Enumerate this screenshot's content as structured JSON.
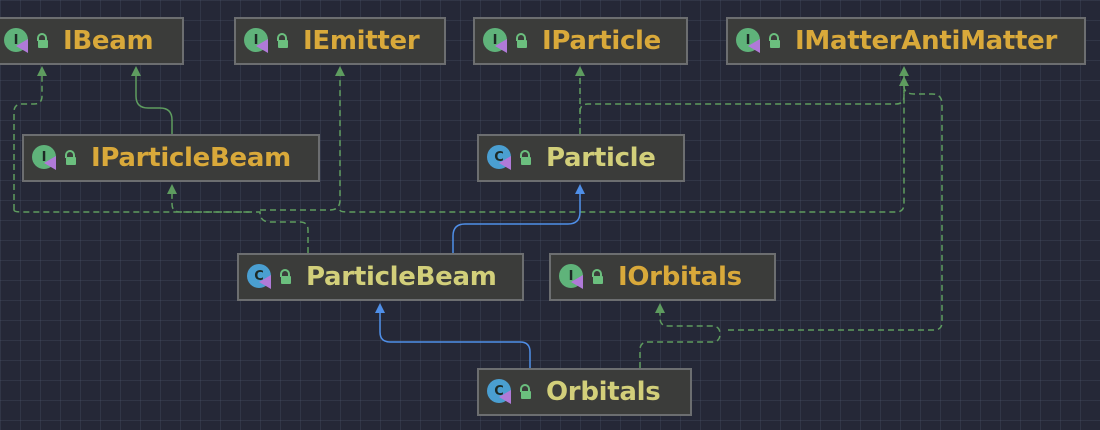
{
  "diagram": {
    "edge_colors": {
      "implements": "#5e9c5f",
      "extends": "#4f8fe8"
    },
    "node_colors": {
      "interface_label": "#d9a93a",
      "class_label": "#d2cf7a",
      "interface_icon": "#5fb37a",
      "class_icon": "#4a9fd1"
    },
    "nodes": {
      "ibeam": {
        "label": "IBeam",
        "kind": "interface",
        "icon_letter": "I"
      },
      "iemitter": {
        "label": "IEmitter",
        "kind": "interface",
        "icon_letter": "I"
      },
      "iparticle": {
        "label": "IParticle",
        "kind": "interface",
        "icon_letter": "I"
      },
      "imatterantimatter": {
        "label": "IMatterAntiMatter",
        "kind": "interface",
        "icon_letter": "I"
      },
      "iparticlebeam": {
        "label": "IParticleBeam",
        "kind": "interface",
        "icon_letter": "I"
      },
      "particle": {
        "label": "Particle",
        "kind": "class",
        "icon_letter": "C"
      },
      "particlebeam": {
        "label": "ParticleBeam",
        "kind": "class",
        "icon_letter": "C"
      },
      "iorbitals": {
        "label": "IOrbitals",
        "kind": "interface",
        "icon_letter": "I"
      },
      "orbitals": {
        "label": "Orbitals",
        "kind": "class",
        "icon_letter": "C"
      }
    },
    "edges": [
      {
        "from": "iparticlebeam",
        "to": "ibeam",
        "type": "extends-interface"
      },
      {
        "from": "iparticlebeam",
        "to": "iemitter",
        "type": "extends-interface"
      },
      {
        "from": "particle",
        "to": "iparticle",
        "type": "implements"
      },
      {
        "from": "particle",
        "to": "imatterantimatter",
        "type": "implements"
      },
      {
        "from": "particlebeam",
        "to": "iparticlebeam",
        "type": "implements"
      },
      {
        "from": "particlebeam",
        "to": "ibeam",
        "type": "implements"
      },
      {
        "from": "particlebeam",
        "to": "particle",
        "type": "extends"
      },
      {
        "from": "orbitals",
        "to": "particlebeam",
        "type": "extends"
      },
      {
        "from": "orbitals",
        "to": "iorbitals",
        "type": "implements"
      },
      {
        "from": "orbitals",
        "to": "imatterantimatter",
        "type": "implements"
      }
    ]
  }
}
